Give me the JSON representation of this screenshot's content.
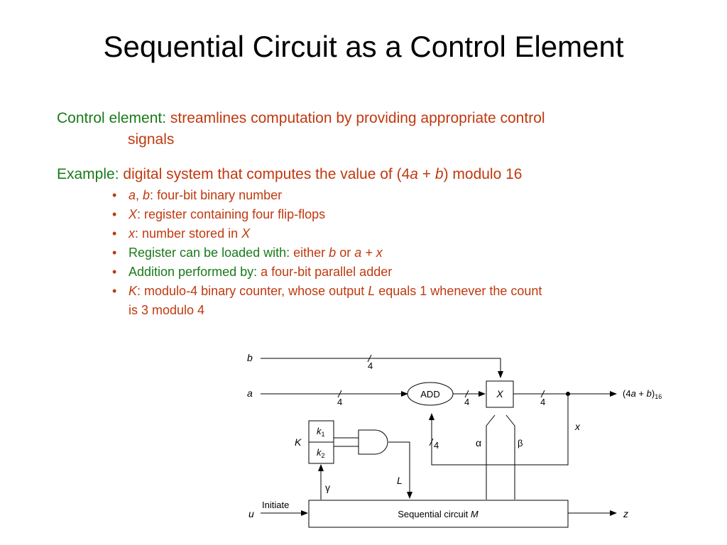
{
  "title": "Sequential Circuit as a Control Element",
  "control_element": {
    "label": "Control element:",
    "text_line1": "streamlines computation by providing appropriate control",
    "text_line2": "signals"
  },
  "example": {
    "label": "Example:",
    "text_pre": "digital system that computes the value of (4",
    "var_a": "a",
    "plus": " + ",
    "var_b": "b",
    "text_post": ") modulo 16"
  },
  "bullets": {
    "b1": {
      "v1": "a",
      "sep": ", ",
      "v2": "b",
      "colon": ":",
      "text": " four-bit binary number"
    },
    "b2": {
      "v": "X",
      "colon": ":",
      "text": " register containing four flip-flops"
    },
    "b3": {
      "v": "x",
      "colon": ":",
      "text": " number stored in ",
      "v2": "X"
    },
    "b4": {
      "label": "Register can be loaded with:",
      "text1": " either ",
      "v1": "b",
      "text2": " or ",
      "v2": "a + x"
    },
    "b5": {
      "label": "Addition performed by:",
      "text": " a four-bit parallel adder"
    },
    "b6": {
      "v": "K",
      "colon": ":",
      "text1": " modulo-4 binary counter, whose output ",
      "v2": "L",
      "text2": " equals 1 whenever the count",
      "text3": "is 3 modulo 4"
    }
  },
  "diagram": {
    "input_b": "b",
    "input_a": "a",
    "input_u": "u",
    "bus_width": "4",
    "adder_label": "ADD",
    "register_label": "X",
    "output_label_pre": "(4",
    "output_label_a": "a",
    "output_label_mid": " + ",
    "output_label_b": "b",
    "output_label_post": ")",
    "output_label_sub": "16",
    "feedback_label": "x",
    "counter_label": "K",
    "counter_bit1": "k",
    "counter_bit1_sub": "1",
    "counter_bit2": "k",
    "counter_bit2_sub": "2",
    "gate_output": "L",
    "signal_alpha": "α",
    "signal_beta": "β",
    "signal_gamma": "γ",
    "initiate_label": "Initiate",
    "sequential_label_pre": "Sequential circuit ",
    "sequential_label_var": "M",
    "output_z": "z"
  }
}
